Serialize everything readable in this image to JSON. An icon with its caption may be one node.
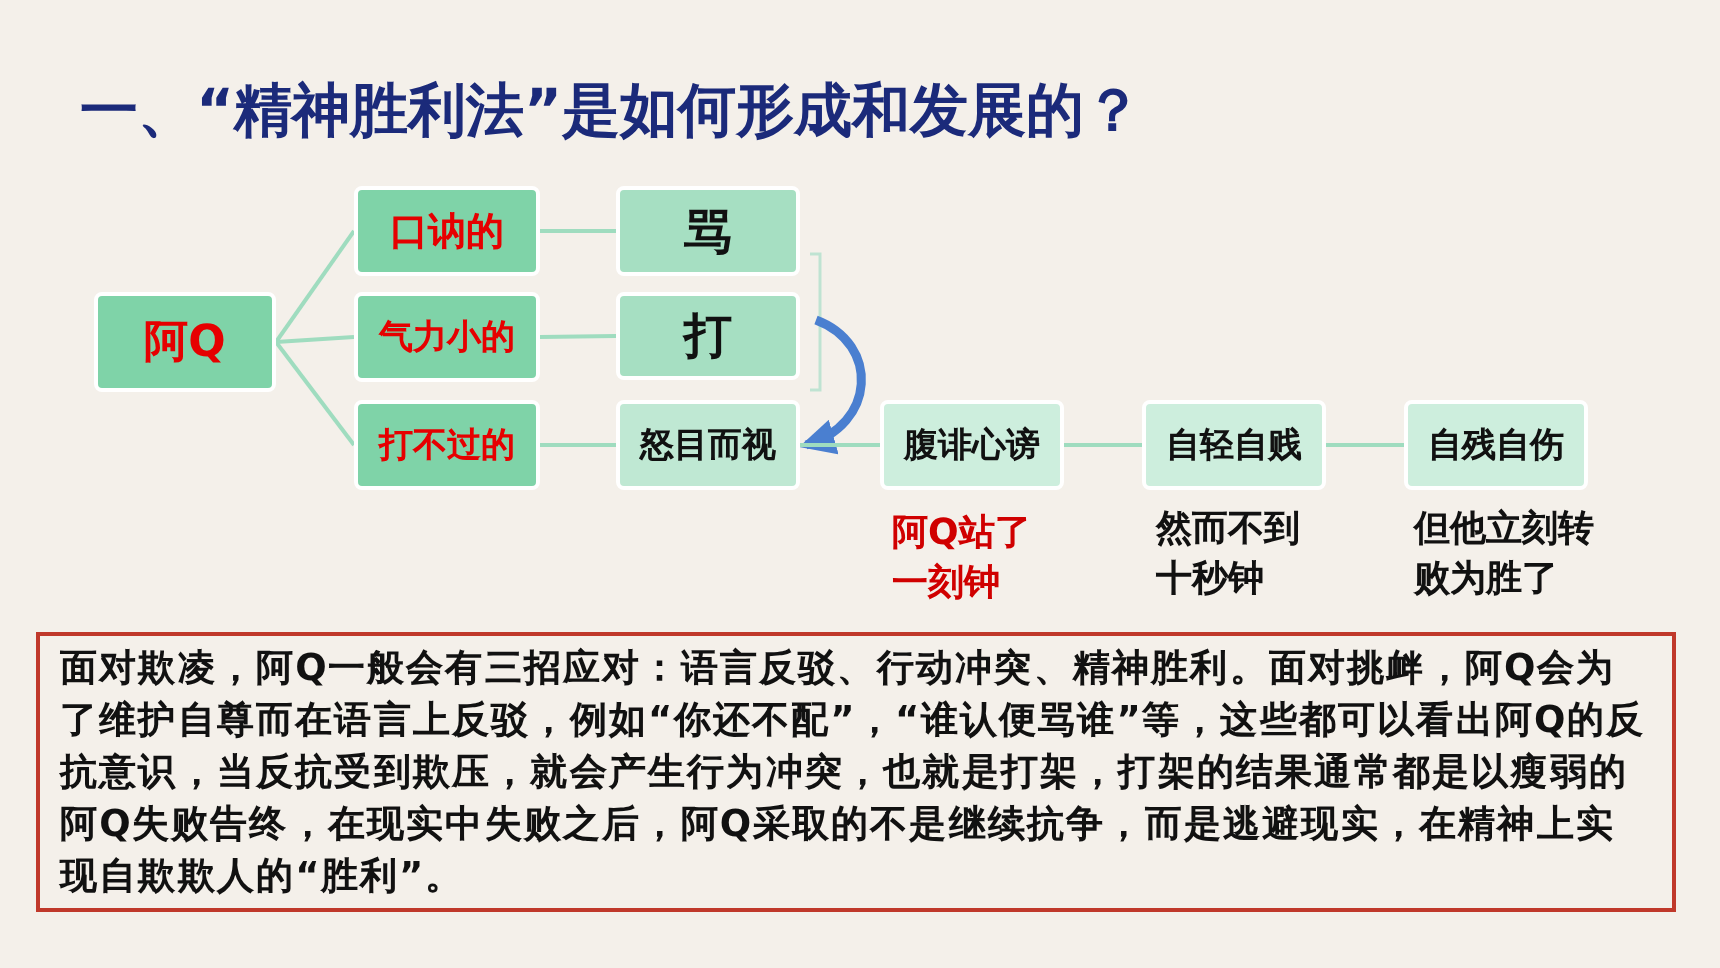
{
  "diagram": {
    "title": "一、“精神胜利法”是如何形成和发展的？",
    "nodes": [
      {
        "text": [
          "阿Q"
        ]
      },
      {
        "text": [
          "口讷的"
        ]
      },
      {
        "text": [
          "气力小的"
        ]
      },
      {
        "text": [
          "打不过的"
        ]
      },
      {
        "text": [
          "骂"
        ]
      },
      {
        "text": [
          "打"
        ]
      },
      {
        "text": [
          "怒目而视"
        ]
      },
      {
        "text": [
          "腹诽心谤"
        ],
        "beside": [
          "阿Q站了一刻钟"
        ]
      },
      {
        "text": [
          "自轻自贱"
        ],
        "beside": [
          "然而不到十秒钟"
        ]
      },
      {
        "text": [
          "自残自伤"
        ],
        "beside": [
          "但他立刻转败为胜了"
        ]
      }
    ],
    "edges": [
      {
        "from": 0,
        "to": 1,
        "arrow": "none"
      },
      {
        "from": 0,
        "to": 2,
        "arrow": "none"
      },
      {
        "from": 0,
        "to": 3,
        "arrow": "none"
      },
      {
        "from": 1,
        "to": 4,
        "arrow": "none"
      },
      {
        "from": 2,
        "to": 5,
        "arrow": "none"
      },
      {
        "from": 3,
        "to": 6,
        "arrow": "none"
      },
      {
        "from": 5,
        "to": 6,
        "arrow": "to",
        "color": "#4a7fd0",
        "style": "thick"
      },
      {
        "from": 6,
        "to": 7,
        "arrow": "none"
      },
      {
        "from": 7,
        "to": 8,
        "arrow": "none"
      },
      {
        "from": 8,
        "to": 9,
        "arrow": "none"
      }
    ],
    "labels": [
      "面对欺凌，阿Q一般会有三招应对：**语言反驳**、**行动冲突**、**精神胜利**。面对挑衅，阿Q会为了维护自尊而在语言上反驳，例如“你还不配”，“谁认便骂谁”等，这些都可以看出阿Q的反抗意识，当反抗受到欺压，就会产生行为冲突，也就是打架，打架的结果通常都是以瘦弱的阿Q失败告终，在现实中失败之后，阿Q采取的不是继续抗争，而是逃避现实，在精神上实现自欺欺人的“胜利”。"
    ]
  }
}
